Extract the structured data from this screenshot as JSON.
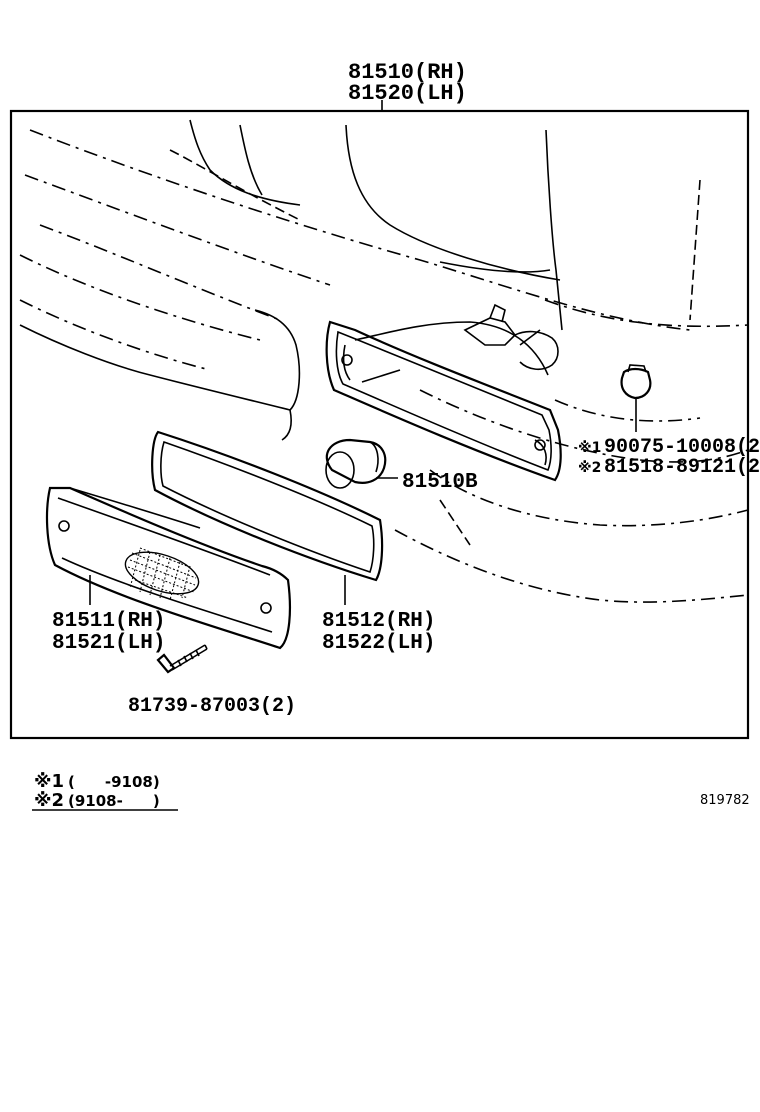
{
  "assembly_label": {
    "line1": "81510(RH)",
    "line2": "81520(LH)"
  },
  "parts": [
    {
      "id": "lens",
      "line1": "81511(RH)",
      "line2": "81521(LH)"
    },
    {
      "id": "gasket",
      "line1": "81512(RH)",
      "line2": "81522(LH)"
    },
    {
      "id": "bulb",
      "line1": "81510B"
    },
    {
      "id": "screw",
      "line1": "81739-87003(2)"
    },
    {
      "id": "socket-1",
      "mark": "※1",
      "line1": "90075-10008(2"
    },
    {
      "id": "socket-2",
      "mark": "※2",
      "line1": "81518-89121(2"
    }
  ],
  "legend": [
    {
      "mark": "※1",
      "range": "(　　-9108)"
    },
    {
      "mark": "※2",
      "range": "(9108-　　)"
    }
  ],
  "diagram_code": "819782"
}
